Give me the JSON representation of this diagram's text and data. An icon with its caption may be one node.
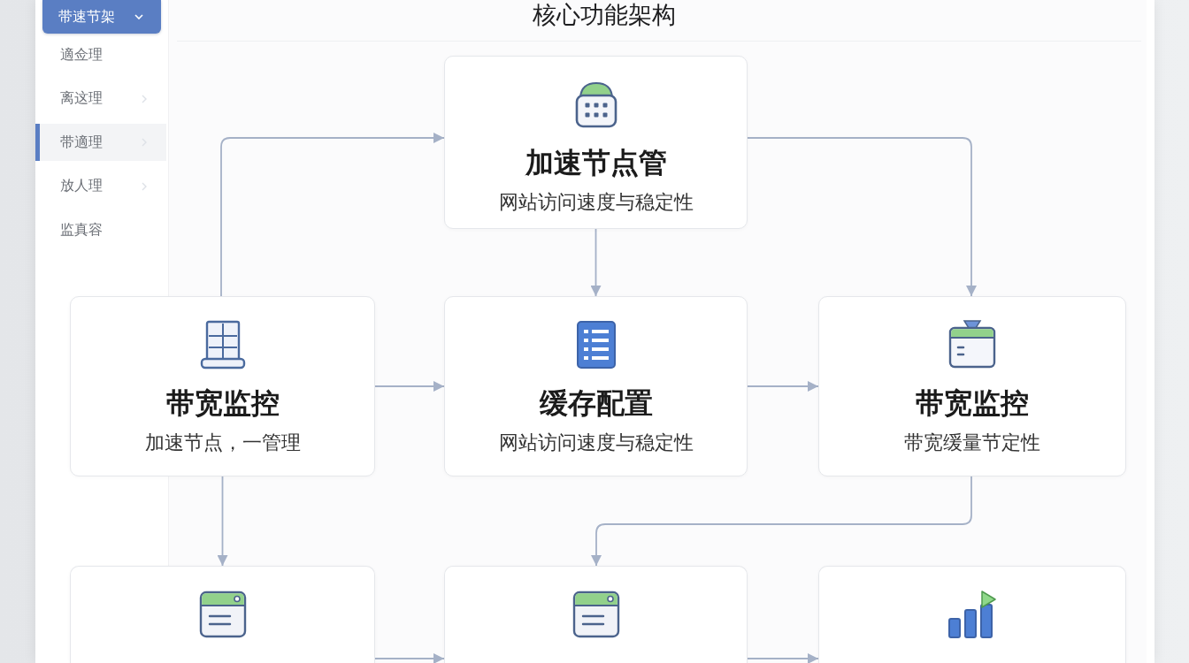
{
  "diagram": {
    "title": "核心功能架构",
    "nodes": [
      {
        "text": [
          "加速节点管",
          "网站访问速度与稳定性"
        ]
      },
      {
        "text": [
          "带宽监控",
          "加速节点，一管理"
        ]
      },
      {
        "text": [
          "缓存配置",
          "网站访问速度与稳定性"
        ]
      },
      {
        "text": [
          "带宽监控",
          "带宽缓量节定性"
        ]
      },
      {
        "text": [],
        "shape": "box"
      },
      {
        "text": [],
        "shape": "box"
      },
      {
        "text": [],
        "shape": "box"
      }
    ],
    "edges": [
      {
        "from": 1,
        "to": 0,
        "arrow": "to"
      },
      {
        "from": 0,
        "to": 3,
        "arrow": "to"
      },
      {
        "from": 0,
        "to": 2,
        "arrow": "to"
      },
      {
        "from": 1,
        "to": 2,
        "arrow": "to"
      },
      {
        "from": 2,
        "to": 3,
        "arrow": "to"
      },
      {
        "from": 1,
        "to": 4,
        "arrow": "to"
      },
      {
        "from": 3,
        "to": 5,
        "arrow": "to"
      },
      {
        "from": 4,
        "to": 5,
        "arrow": "to"
      },
      {
        "from": 5,
        "to": 6,
        "arrow": "to"
      }
    ],
    "labels": [
      "带速节架",
      "適佥理",
      "离这理",
      "带適理",
      "放人理",
      "监真容"
    ]
  }
}
